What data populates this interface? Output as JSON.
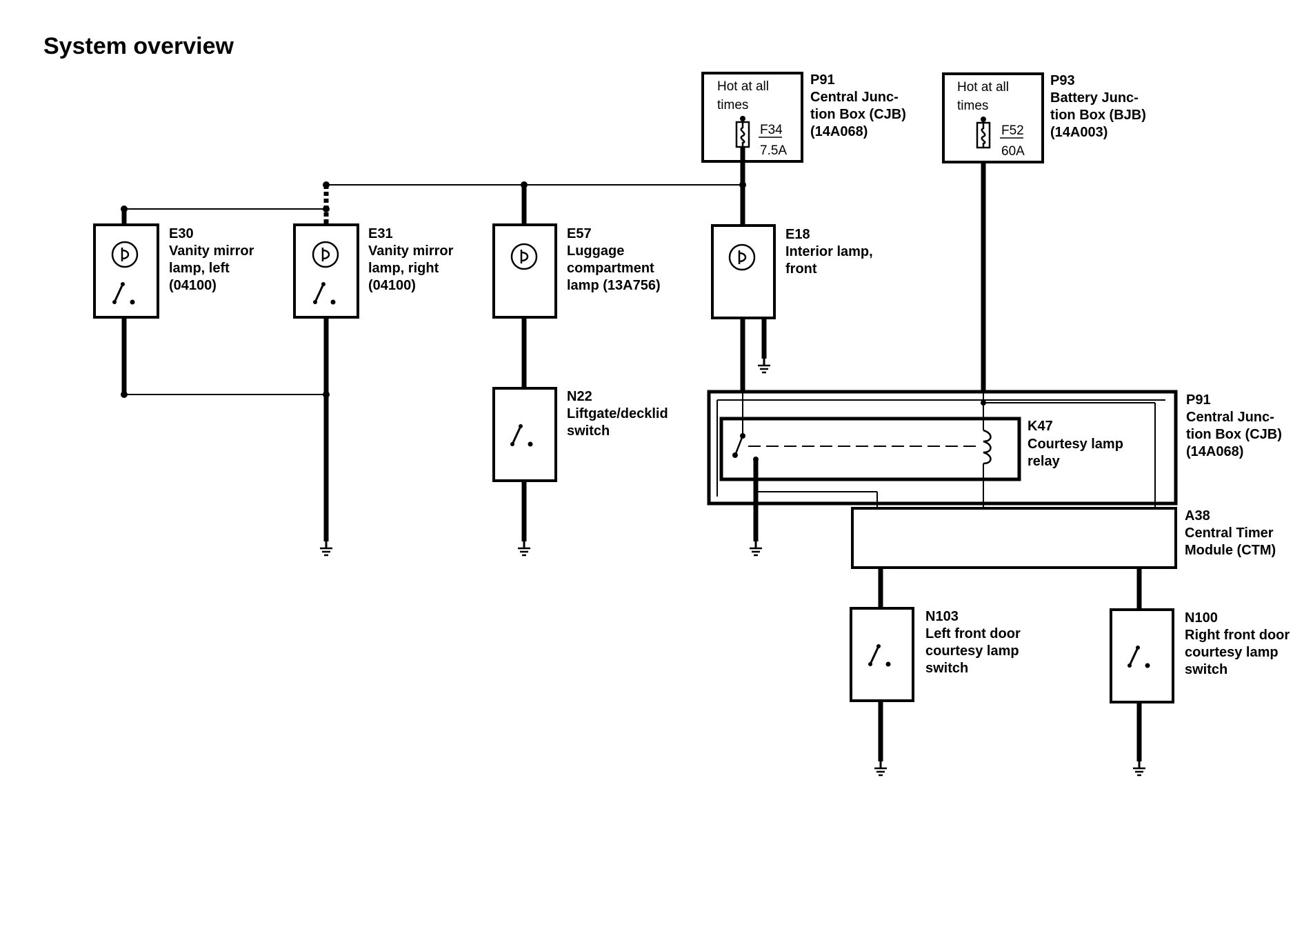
{
  "title": "System overview",
  "components": {
    "p91_fuse": {
      "id": "P91",
      "lines": [
        "Central Junc-",
        "tion Box (CJB)",
        "(14A068)"
      ],
      "note": [
        "Hot at all",
        "times"
      ],
      "fuse": "F34",
      "rating": "7.5A"
    },
    "p93_fuse": {
      "id": "P93",
      "lines": [
        "Battery Junc-",
        "tion Box (BJB)",
        "(14A003)"
      ],
      "note": [
        "Hot at all",
        "times"
      ],
      "fuse": "F52",
      "rating": "60A"
    },
    "e30": {
      "id": "E30",
      "lines": [
        "Vanity mirror",
        "lamp, left",
        "(04100)"
      ]
    },
    "e31": {
      "id": "E31",
      "lines": [
        "Vanity mirror",
        "lamp, right",
        "(04100)"
      ]
    },
    "e57": {
      "id": "E57",
      "lines": [
        "Luggage",
        "compartment",
        "lamp (13A756)"
      ]
    },
    "e18": {
      "id": "E18",
      "lines": [
        "Interior lamp,",
        "front"
      ]
    },
    "n22": {
      "id": "N22",
      "lines": [
        "Liftgate/decklid",
        "switch"
      ]
    },
    "k47": {
      "id": "K47",
      "lines": [
        "Courtesy lamp",
        "relay"
      ]
    },
    "p91_cjb": {
      "id": "P91",
      "lines": [
        "Central Junc-",
        "tion Box (CJB)",
        "(14A068)"
      ]
    },
    "a38": {
      "id": "A38",
      "lines": [
        "Central Timer",
        "Module (CTM)"
      ]
    },
    "n103": {
      "id": "N103",
      "lines": [
        "Left front door",
        "courtesy lamp",
        "switch"
      ]
    },
    "n100": {
      "id": "N100",
      "lines": [
        "Right front door",
        "courtesy lamp",
        "switch"
      ]
    }
  }
}
